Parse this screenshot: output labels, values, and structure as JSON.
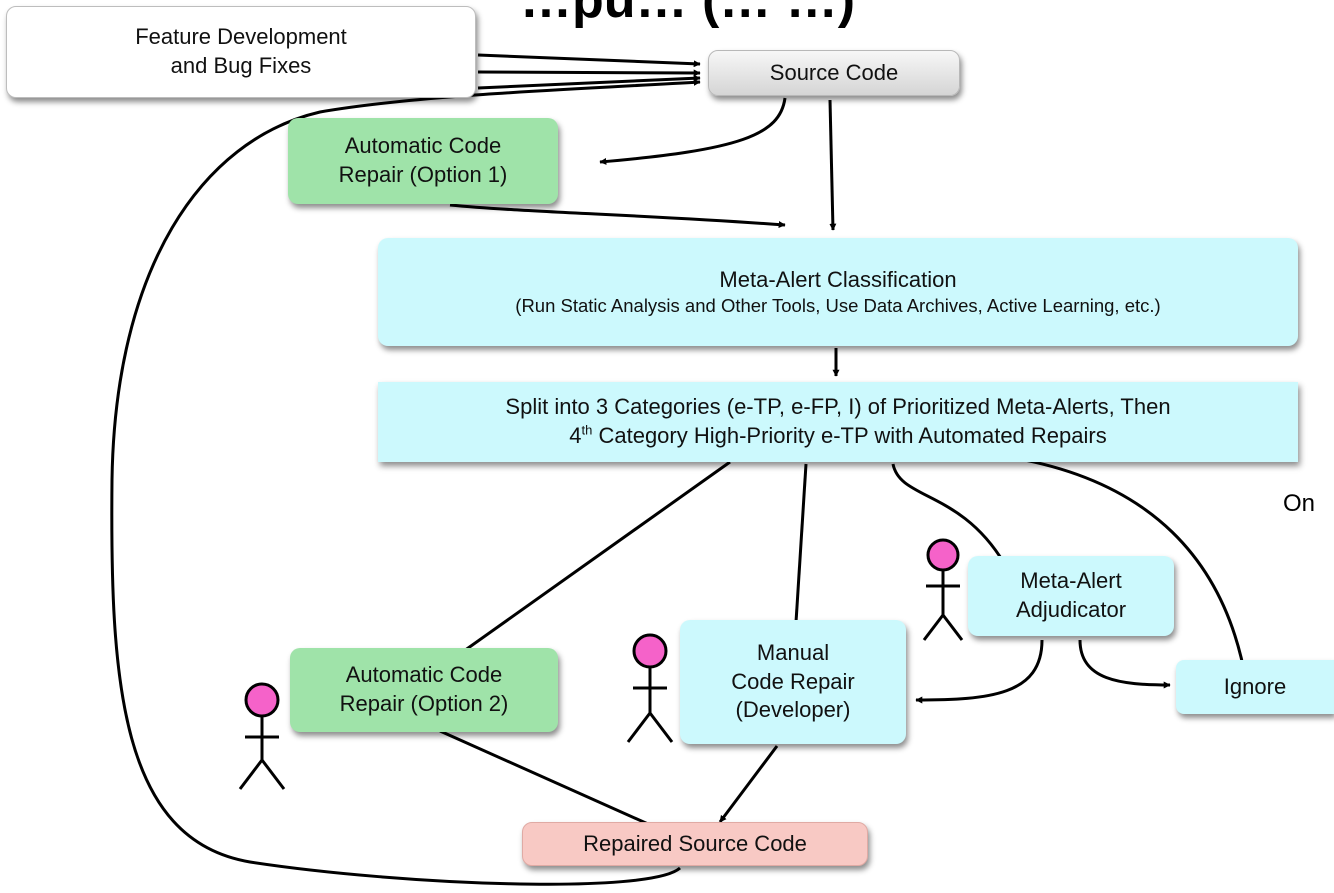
{
  "title_fragment": "…pu… (… …)",
  "nodes": {
    "feature_dev": [
      "Feature Development",
      "and Bug Fixes"
    ],
    "source_code": "Source Code",
    "auto_repair_1": [
      "Automatic Code",
      "Repair (Option 1)"
    ],
    "meta_alert_classification": {
      "title": "Meta-Alert Classification",
      "subtitle": "(Run Static Analysis and Other Tools, Use Data Archives, Active Learning, etc.)"
    },
    "split": {
      "line1": "Split into 3 Categories (e-TP, e-FP, I) of Prioritized Meta-Alerts, Then",
      "line2_num": "4",
      "line2_sup": "th",
      "line2_rest": " Category High-Priority e-TP with Automated Repairs"
    },
    "adjudicator": [
      "Meta-Alert",
      "Adjudicator"
    ],
    "manual_repair": [
      "Manual",
      "Code Repair",
      "(Developer)"
    ],
    "auto_repair_2": [
      "Automatic Code",
      "Repair (Option 2)"
    ],
    "ignore": "Ignore",
    "repaired_source": "Repaired Source Code"
  },
  "cut_off_text": "On",
  "colors": {
    "green": "#9fe3a9",
    "cyan": "#ccf9fd",
    "pink": "#f8c9c4",
    "grey": "#d5d5d5",
    "person_head": "#f562c9"
  }
}
